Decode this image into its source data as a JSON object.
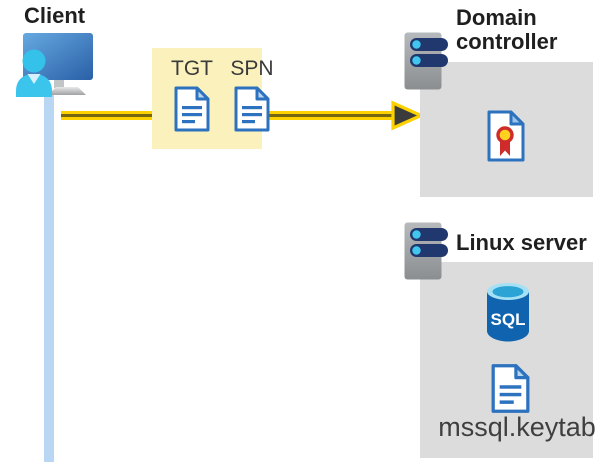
{
  "diagram": {
    "client": {
      "label": "Client"
    },
    "ticket_box": {
      "tgt_label": "TGT",
      "spn_label": "SPN"
    },
    "domain_controller": {
      "label": "Domain controller"
    },
    "linux_server": {
      "label": "Linux server",
      "sql_label": "SQL",
      "keytab_label": "mssql.keytab"
    },
    "colors": {
      "highlight_box_yellow": "#faf1bc",
      "panel_gray": "#dcdcdc",
      "arrow_yellow": "#fdd100",
      "arrow_core_olive": "#756711",
      "arrowhead_dark": "#3b3b3b",
      "session_line_blue": "#b9d7f2",
      "document_blue": "#2d72bf",
      "document_fold_blue": "#b9d4ee",
      "monitor_blue_light": "#66a9e0",
      "monitor_blue_dark": "#2a5fa7",
      "person_cyan": "#38c3eb",
      "server_gray": "#a9acaf",
      "server_slot_navy": "#20386e",
      "server_dot_cyan": "#41c6ee",
      "sql_body_blue": "#1063ae",
      "sql_top_rim_cyan": "#a5e0f4",
      "sql_top_inner_cyan": "#2ba3d4",
      "certificate_seal_yellow": "#ffd21f",
      "certificate_ribbon_red": "#cf2b2b"
    }
  }
}
